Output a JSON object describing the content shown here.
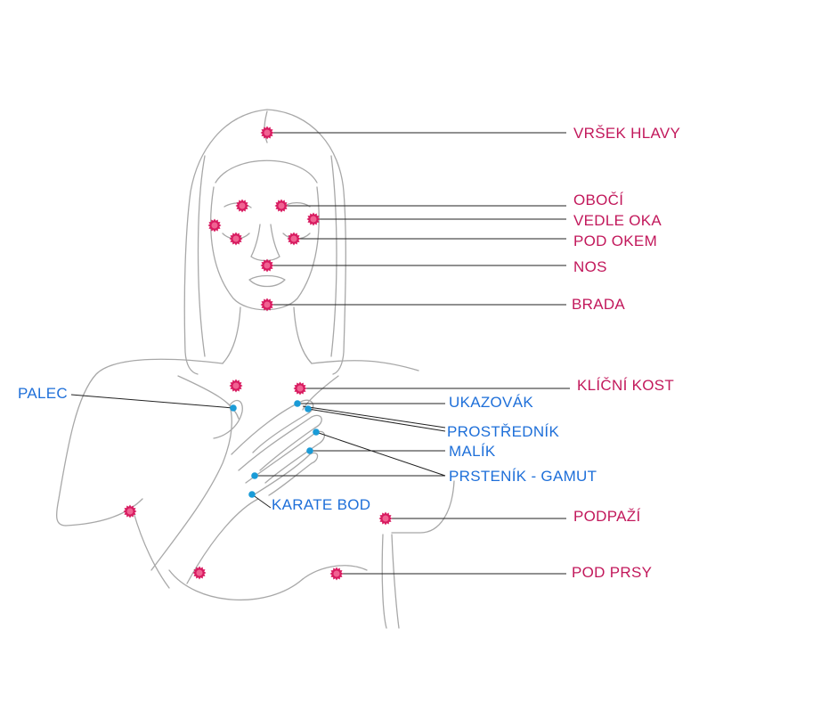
{
  "colors": {
    "tapping_point": "#d81b60",
    "finger_point": "#1a9bd7",
    "body_label": "#c2185b",
    "hand_label": "#1e6fd9",
    "pointer_line": "#222222",
    "sketch": "#9a9a9a"
  },
  "body_points": [
    {
      "id": "top-of-head",
      "label": "VRŠEK HLAVY"
    },
    {
      "id": "eyebrow",
      "label": "OBOČÍ"
    },
    {
      "id": "side-of-eye",
      "label": "VEDLE OKA"
    },
    {
      "id": "under-eye",
      "label": "POD OKEM"
    },
    {
      "id": "nose",
      "label": "NOS"
    },
    {
      "id": "chin",
      "label": "BRADA"
    },
    {
      "id": "collarbone",
      "label": "KLÍČNÍ KOST"
    },
    {
      "id": "armpit",
      "label": "PODPAŽÍ"
    },
    {
      "id": "under-breast",
      "label": "POD PRSY"
    }
  ],
  "hand_points": [
    {
      "id": "thumb",
      "label": "PALEC"
    },
    {
      "id": "index-finger",
      "label": "UKAZOVÁK"
    },
    {
      "id": "middle-finger",
      "label": "PROSTŘEDNÍK"
    },
    {
      "id": "little-finger",
      "label": "MALÍK"
    },
    {
      "id": "ring-finger-gamut",
      "label": "PRSTENÍK - GAMUT"
    },
    {
      "id": "karate-point",
      "label": "KARATE BOD"
    }
  ]
}
